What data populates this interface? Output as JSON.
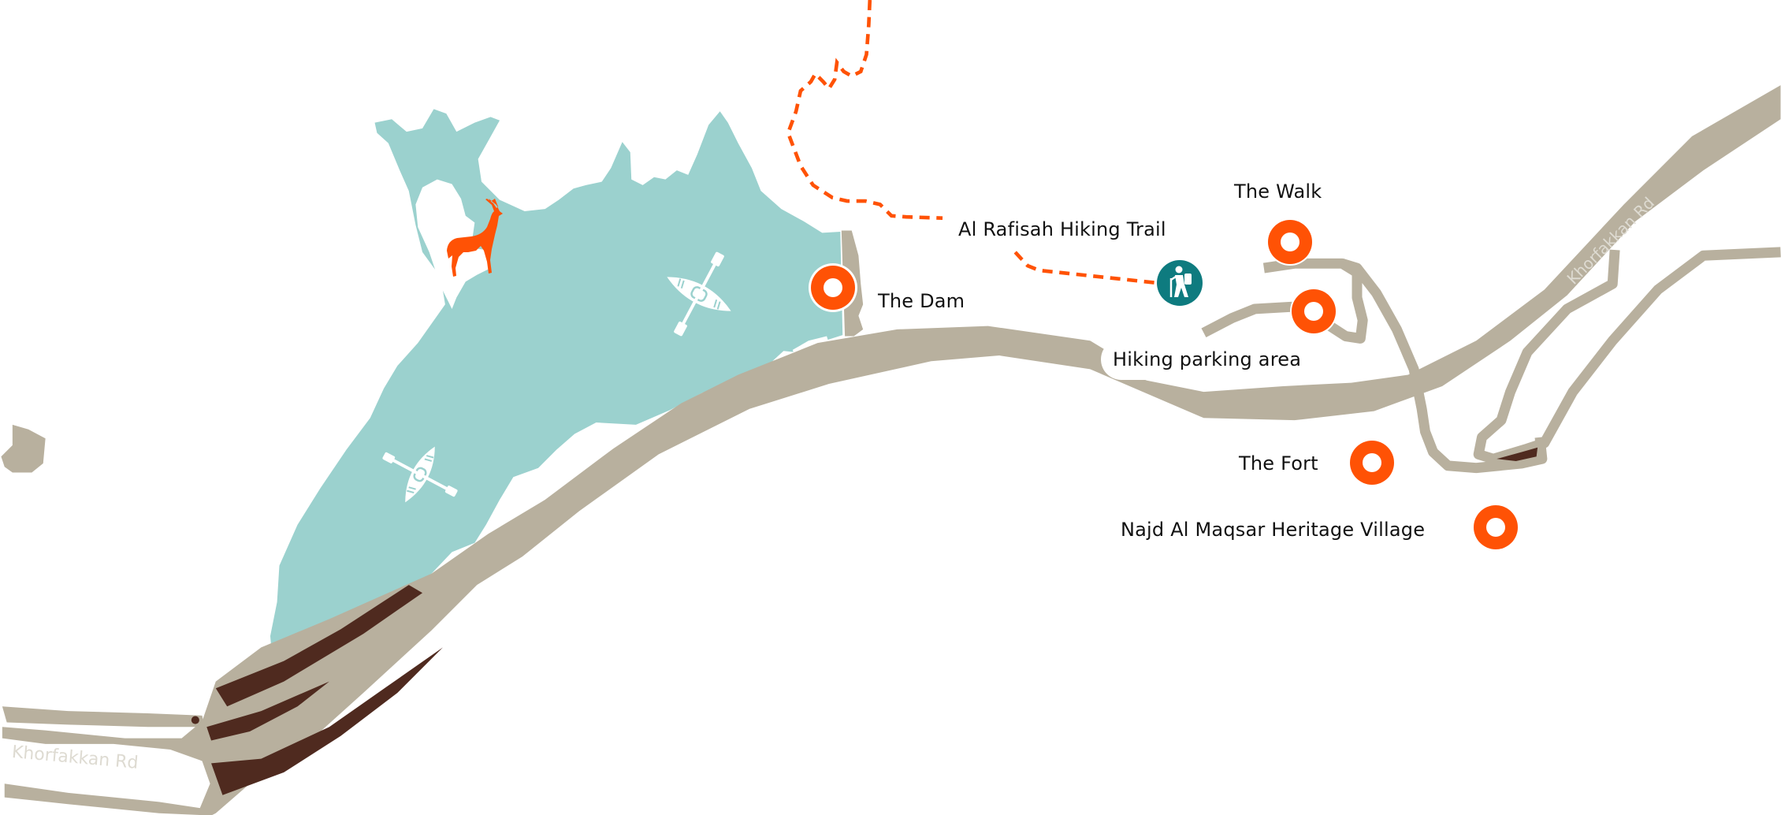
{
  "map": {
    "colors": {
      "water": "#9bd1ce",
      "road": "#b8b09e",
      "road_dark": "#4f2a1f",
      "marker": "#ff5205",
      "trail": "#ff5205",
      "hiker_badge": "#0e7b7f",
      "label_text": "#111111",
      "road_label_text": "#dedbd2"
    },
    "places": [
      {
        "name": "The Dam",
        "type": "point-of-interest"
      },
      {
        "name": "The Walk",
        "type": "point-of-interest"
      },
      {
        "name": "The Fort",
        "type": "point-of-interest"
      },
      {
        "name": "Najd Al Maqsar Heritage Village",
        "type": "point-of-interest"
      },
      {
        "name": "Hiking parking area",
        "type": "parking"
      },
      {
        "name": "Al Rafisah Hiking Trail",
        "type": "trail"
      }
    ],
    "labels": {
      "dam": "The Dam",
      "walk": "The Walk",
      "fort": "The Fort",
      "village": "Najd Al Maqsar Heritage Village",
      "parking": "Hiking parking area",
      "trail": "Al Rafisah Hiking Trail"
    },
    "road_labels": {
      "khorfakkan_west": "Khorfakkan Rd",
      "khorfakkan_east": "Khorfakkan Rd"
    },
    "icons": {
      "poi_marker": "ring-marker-icon",
      "hiker": "hiker-icon",
      "kayak": "kayak-icon",
      "gazelle": "gazelle-icon"
    }
  }
}
